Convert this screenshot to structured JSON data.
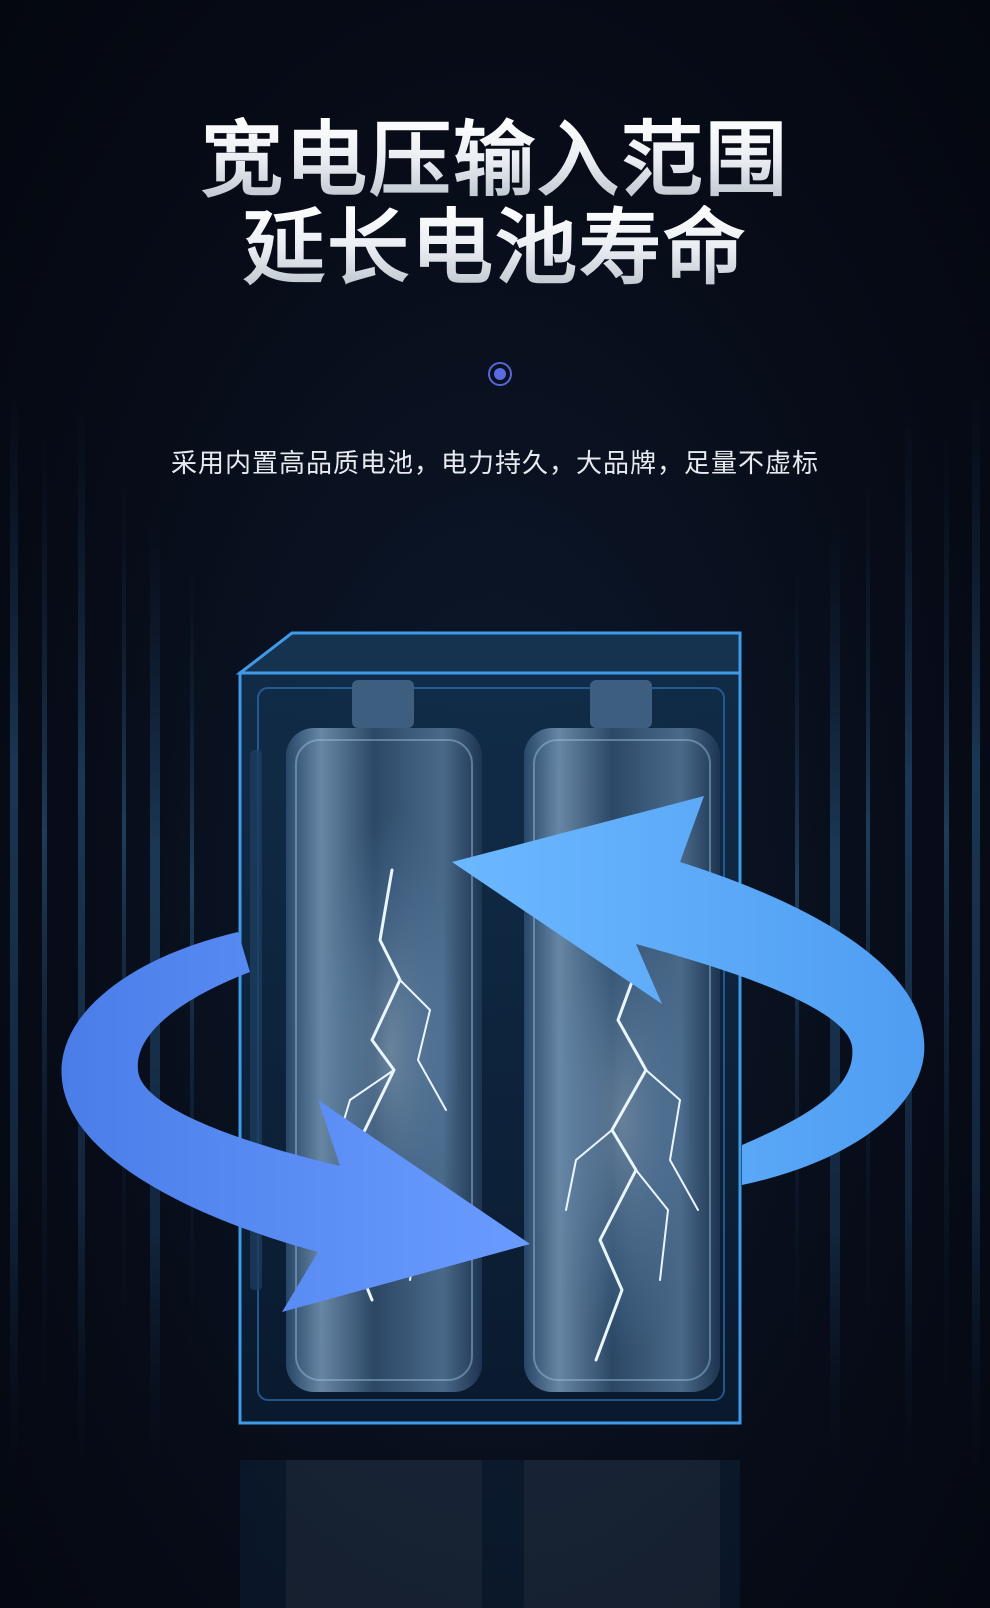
{
  "headline": {
    "line1": "宽电压输入范围",
    "line2": "延长电池寿命"
  },
  "subtitle": "采用内置高品质电池，电力持久，大品牌，足量不虚标",
  "icons": {
    "marker": "target-dot-icon",
    "cycle": "circular-arrows-icon",
    "battery": "battery-cell-icon",
    "lightning": "lightning-icon"
  },
  "colors": {
    "background": "#070c18",
    "accent_blue": "#5aa9f5",
    "arrow_dark_blue": "#4f86f0",
    "box_edge": "#3f9be8",
    "marker": "#5865d8"
  }
}
